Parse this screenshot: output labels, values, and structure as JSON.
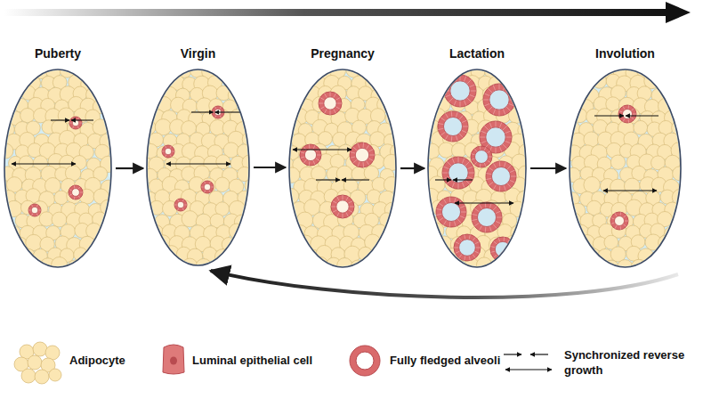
{
  "diagram": {
    "nodes": [
      {
        "text": [
          "Puberty"
        ]
      },
      {
        "text": [
          "Virgin"
        ]
      },
      {
        "text": [
          "Pregnancy"
        ]
      },
      {
        "text": [
          "Lactation"
        ]
      },
      {
        "text": [
          "Involution"
        ]
      }
    ],
    "edges": [
      {
        "from": 0,
        "to": 1,
        "arrow": "to"
      },
      {
        "from": 1,
        "to": 2,
        "arrow": "to"
      },
      {
        "from": 2,
        "to": 3,
        "arrow": "to"
      },
      {
        "from": 3,
        "to": 4,
        "arrow": "to"
      },
      {
        "from": 4,
        "to": 1,
        "arrow": "to"
      }
    ],
    "legend": [
      {
        "text": "Adipocyte"
      },
      {
        "text": "Luminal epithelial cell"
      },
      {
        "text": "Fully fledged alveoli"
      },
      {
        "text": "Synchronized reverse growth"
      }
    ]
  }
}
